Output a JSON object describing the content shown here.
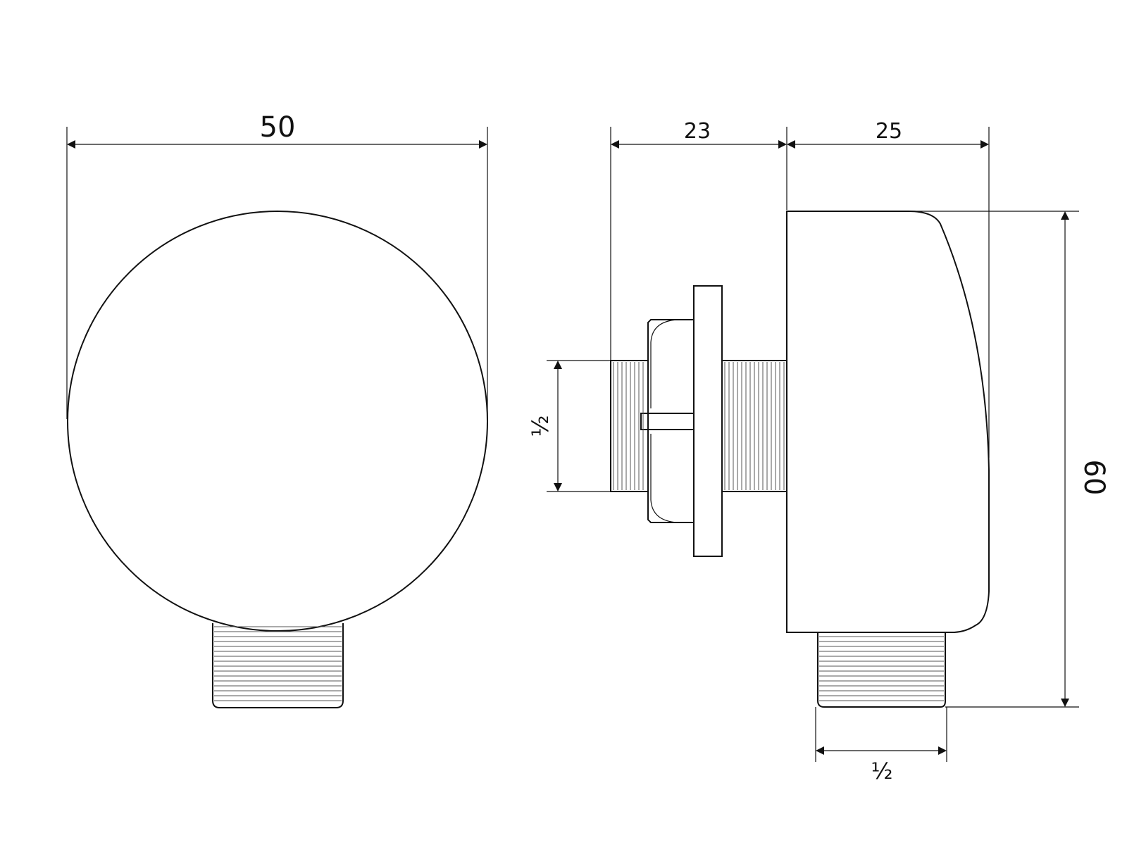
{
  "drawing": {
    "colors": {
      "stroke": "#111111",
      "thread": "#555555",
      "background": "#ffffff"
    },
    "front_view": {
      "width_label": "50"
    },
    "side_view": {
      "mount_depth_label": "23",
      "body_depth_label": "25",
      "height_label": "60",
      "inlet_thread_label": "½",
      "outlet_thread_label": "½"
    }
  }
}
